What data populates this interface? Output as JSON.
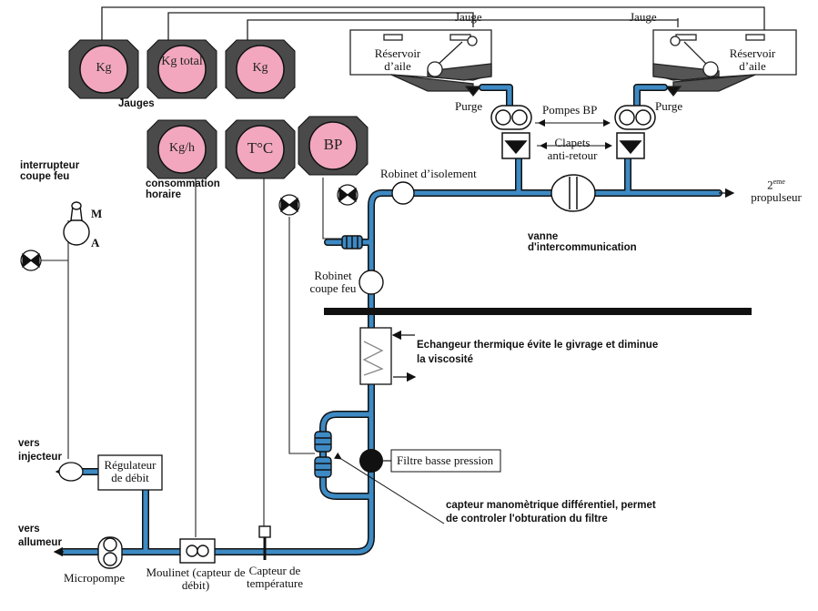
{
  "gauges_top": [
    {
      "label": "Kg"
    },
    {
      "label": "Kg total"
    },
    {
      "label": "Kg"
    }
  ],
  "gauges_top_caption": "Jauges",
  "gauges_bottom": [
    {
      "label": "Kg/h"
    },
    {
      "label": "T°C"
    },
    {
      "label": "BP"
    }
  ],
  "consumption_caption": "consommation horaire",
  "switch": {
    "title": "interrupteur coupe feu",
    "pos_on": "M",
    "pos_off": "A"
  },
  "tanks": {
    "left": {
      "gauge": "Jauge",
      "label": "Réservoir d’aile",
      "purge": "Purge"
    },
    "right": {
      "gauge": "Jauge",
      "label": "Réservoir d’aile",
      "purge": "Purge"
    }
  },
  "pumps_label": "Pompes BP",
  "check_valves_label": "Clapets anti-retour",
  "isolation_valve": "Robinet d’isolement",
  "second_engine": {
    "sup": "2",
    "sup_suffix": "eme",
    "text": "propulseur"
  },
  "crossfeed_valve": "vanne d'intercommunication",
  "firewall_valve": "Robinet coupe feu",
  "heat_exchanger": "Echangeur thermique évite le givrage et diminue la viscosité",
  "filter": "Filtre basse pression",
  "diff_sensor": "capteur manomètrique différentiel, permet de controler l'obturation du filtre",
  "injector": "vers injecteur",
  "regulator": "Régulateur de débit",
  "igniter": "vers allumeur",
  "micropump": "Micropompe",
  "flowmeter": "Moulinet (capteur de débit)",
  "temp_sensor": "Capteur de température",
  "colors": {
    "pipe": "#3d8ac4",
    "pipe_edge": "#111111",
    "gauge_face": "#f2a7bf",
    "gauge_body": "#4a4a4a",
    "fuel": "#555555"
  }
}
